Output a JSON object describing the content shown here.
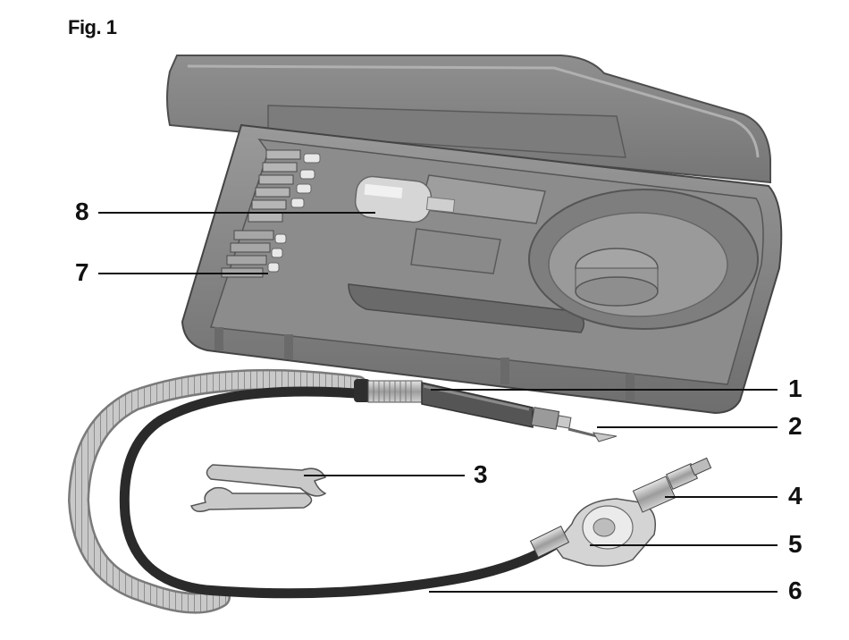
{
  "figure": {
    "title": "Fig. 1",
    "callouts": [
      "1",
      "2",
      "3",
      "4",
      "5",
      "6",
      "7",
      "8"
    ]
  },
  "colors": {
    "case": "#8a8a8a",
    "case_dark": "#5e5e5e",
    "case_light": "#a9a9a9",
    "hose": "#2a2a2a",
    "coil": "#bdbdbd",
    "leader": "#111111"
  }
}
